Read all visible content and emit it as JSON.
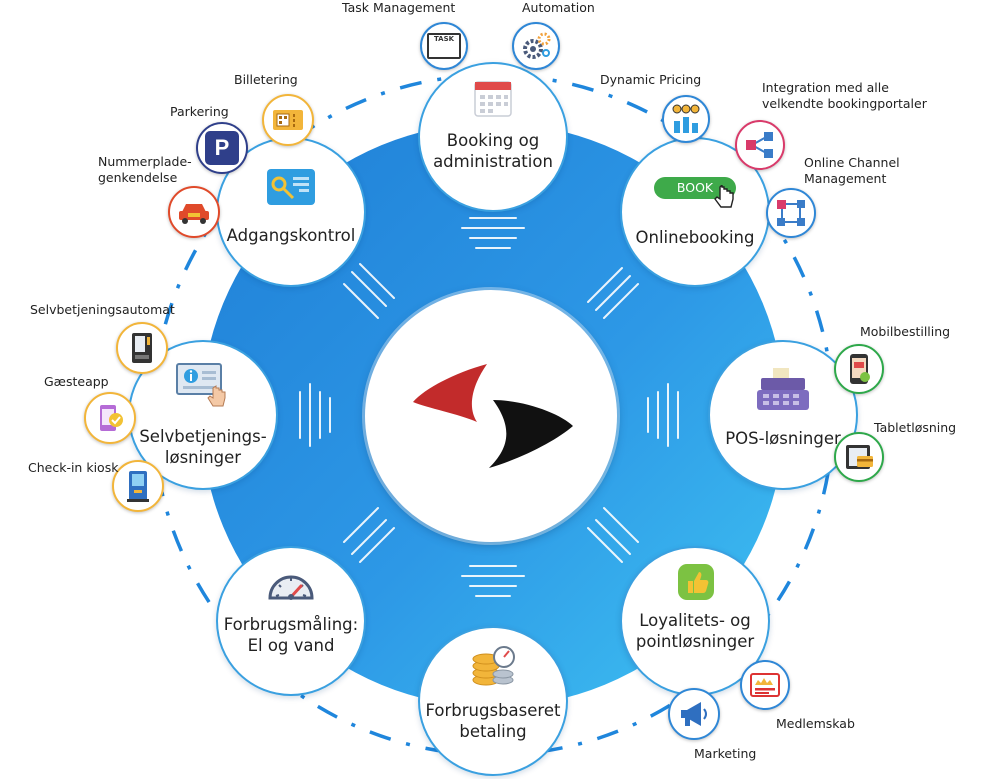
{
  "hubs": {
    "booking": "Booking og\nadministration",
    "online": "Onlinebooking",
    "pos": "POS-løsninger",
    "loyalty": "Loyalitets- og\npointløsninger",
    "forbrugsbaseret": "Forbrugsbaseret\nbetaling",
    "forbrugsmaaling": "Forbrugsmåling:\nEl og vand",
    "selvbetjening": "Selvbetjenings-\nløsninger",
    "adgang": "Adgangskontrol"
  },
  "satellites": {
    "task": "Task Management",
    "automation": "Automation",
    "dynamic": "Dynamic Pricing",
    "integration": "Integration med alle\nvelkendte bookingportaler",
    "channel": "Online Channel\nManagement",
    "mobil": "Mobilbestilling",
    "tablet": "Tabletløsning",
    "medlemskab": "Medlemskab",
    "marketing": "Marketing",
    "checkin": "Check-in kiosk",
    "gaesteapp": "Gæsteapp",
    "automat": "Selvbetjeningsautomat",
    "nummerplade": "Nummerplade-\ngenkendelse",
    "parkering": "Parkering",
    "billetering": "Billetering"
  },
  "icon_text": {
    "book_button": "BOOK",
    "task_card": "TASK"
  },
  "colors": {
    "ring_blue": "#2a8ee0",
    "ring_light": "#3cc0f0",
    "logo_red": "#c22b2b",
    "logo_black": "#111111"
  }
}
